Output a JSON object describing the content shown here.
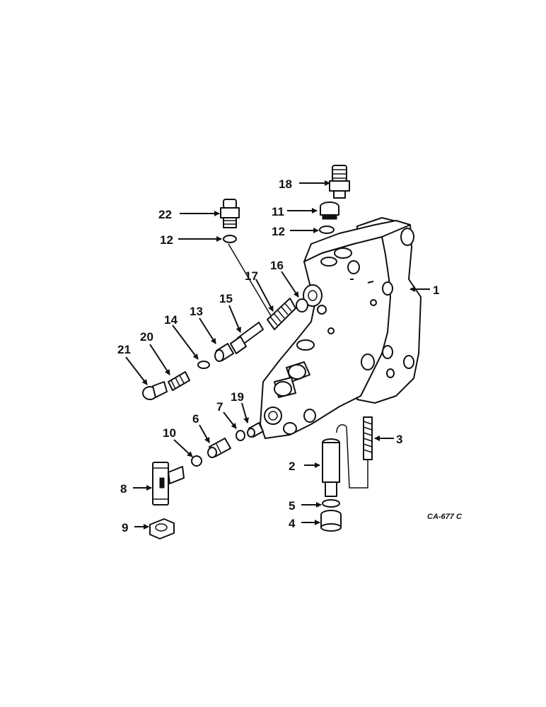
{
  "figure": {
    "drawing_code": "CA-677 C",
    "callouts": [
      "1",
      "2",
      "3",
      "4",
      "5",
      "6",
      "7",
      "8",
      "9",
      "10",
      "11",
      "12",
      "12",
      "13",
      "14",
      "15",
      "16",
      "17",
      "18",
      "19",
      "20",
      "21",
      "22"
    ]
  }
}
